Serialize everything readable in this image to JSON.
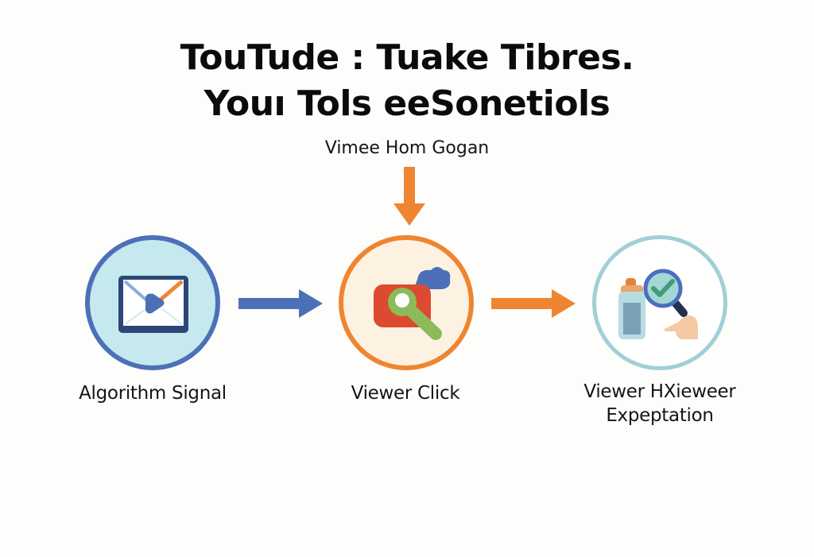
{
  "diagram": {
    "title_line1": "TouTude : Tuake Tibres.",
    "title_line2": "Youı Tols eeSonetiols",
    "subtitle": "Vimee Hom Gogan",
    "nodes": [
      {
        "label": "Algorithm Signal",
        "icon": "envelope-icon",
        "ring_color": "#4c70b8",
        "fill_color": "#c5e9ee"
      },
      {
        "label": "Viewer Click",
        "icon": "play-key-icon",
        "ring_color": "#ef8530",
        "fill_color": "#fdf2e1"
      },
      {
        "label_line1": "Viewer HXieweer",
        "label_line2": "Expeptation",
        "icon": "bottle-magnifier-check-icon",
        "ring_color": "#9fd0d6",
        "fill_color": "#ffffff"
      }
    ],
    "arrows": [
      {
        "name": "down-arrow",
        "color": "#ef8530",
        "direction": "down"
      },
      {
        "name": "arrow-1-to-2",
        "color": "#4c70b8",
        "direction": "right"
      },
      {
        "name": "arrow-2-to-3",
        "color": "#ef8530",
        "direction": "right"
      }
    ]
  }
}
